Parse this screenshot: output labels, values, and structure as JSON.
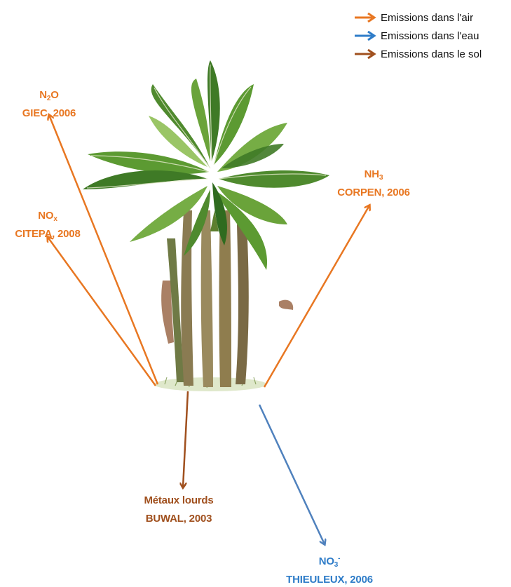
{
  "colors": {
    "air": "#E87722",
    "water": "#4F81BD",
    "soil": "#A0501E"
  },
  "legend": [
    {
      "label": "Emissions dans l'air",
      "category": "air"
    },
    {
      "label": "Emissions dans l'eau",
      "category": "water"
    },
    {
      "label": "Emissions dans le sol",
      "category": "soil"
    }
  ],
  "emissions": {
    "n2o": {
      "formula_main": "N",
      "formula_sub": "2",
      "formula_tail": "O",
      "source": "GIEC, 2006",
      "category": "air"
    },
    "nox": {
      "formula_main": "NO",
      "formula_sub": "x",
      "source": "CITEPA, 2008",
      "category": "air"
    },
    "nh3": {
      "formula_main": "NH",
      "formula_sub": "3",
      "source": "CORPEN, 2006",
      "category": "air"
    },
    "metaux": {
      "name": "Métaux lourds",
      "source": "BUWAL, 2003",
      "category": "soil"
    },
    "no3": {
      "formula_main": "NO",
      "formula_sub": "3",
      "formula_sup": "-",
      "source": "THIEULEUX, 2006",
      "category": "water"
    }
  }
}
